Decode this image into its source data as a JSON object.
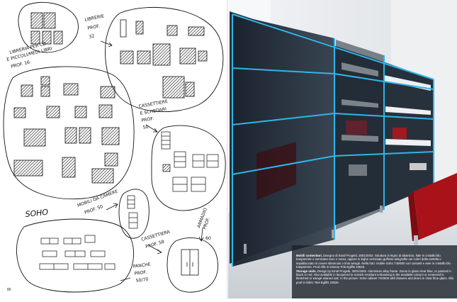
{
  "page_number": "80",
  "sketch_labels": {
    "libreria_cd_line1": "LIBRERIA PER CD",
    "libreria_cd_line2": "E PICCOLI/MEDI LIBRI",
    "libreria_cd_line3": "PROF. 16",
    "librerie_line1": "LIBRERIE",
    "librerie_line2": "PROF.",
    "librerie_line3": "32",
    "cassettiere_line1": "CASSETTIERE",
    "cassettiere_line2": "E SCHEDARI",
    "cassettiere_line3": "PROF.",
    "cassettiere_line4": "50",
    "mobili_line1": "MOBILI DA CAMERE",
    "mobili_line2": "PROF. 50",
    "soho": "SOHO",
    "cassettiera_line1": "CASSETTIERA",
    "cassettiera_line2": "PROF. 58",
    "armadio_line1": "ARMADIO",
    "armadio_line2": "PROF.",
    "armadio_line3": "60",
    "panche_line1": "PANCHE",
    "panche_line2": "PROF.",
    "panche_line3": "50/70"
  },
  "caption": {
    "it_title": "Mobili contenitori.",
    "it_body": "Disegno di Emaf Progetti. 2001/2002. Struttura in legno di alluminio, fiale in cristallo blu trasparente o verniciato nero o rosso, oppure in laghe verniciato goffrato antigraffio nei colori della cartella o impiallacciato in rovere sbiancato o tinto wengè. Nella foto: mobile Soho 740/500 con cassetti e ante in cristallo blu trasparente. Prod Alfa in tessuto Tela Eglifts 23526.",
    "en_title": "Storage units.",
    "en_body": "Design by Emaf Progetti. 2001/2002. Aluminium alloy frame. Doors in glass clear blue, or painted in black or red. Also available in lacquered in scratch-resistant embossing in the available colours or veneered in bleached or wengè-stained oak. In the picture: Soho cabinet 740/500 with drawers and doors in clear blue glass. Alfa pouf in fabric Tela Eglifts 23526."
  },
  "colors": {
    "glass_edge": "#2fb6e8",
    "glass_dark": "#1d2733",
    "floor": "#d9dde2",
    "sofa_red": "#a81218"
  }
}
